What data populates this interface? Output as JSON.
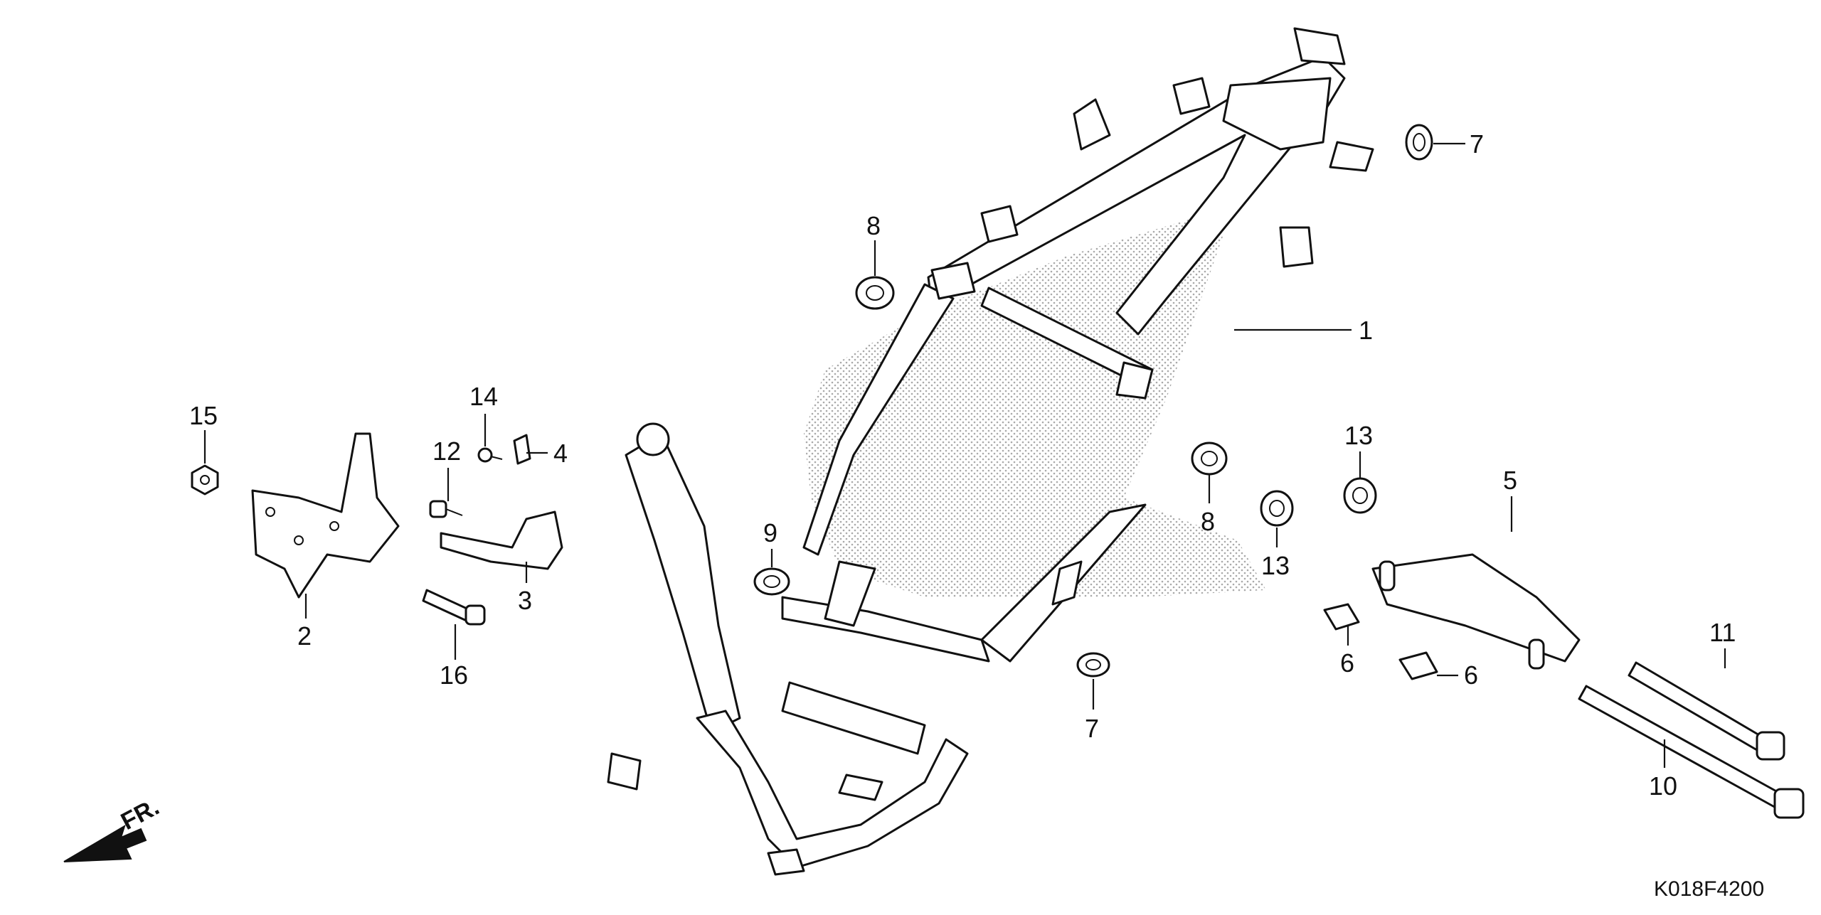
{
  "diagram_code": "K018F4200",
  "front_label": "FR.",
  "callouts": {
    "c1": "1",
    "c2": "2",
    "c3": "3",
    "c4": "4",
    "c5": "5",
    "c6a": "6",
    "c6b": "6",
    "c7a": "7",
    "c7b": "7",
    "c8a": "8",
    "c8b": "8",
    "c9": "9",
    "c10": "10",
    "c11": "11",
    "c12": "12",
    "c13a": "13",
    "c13b": "13",
    "c14": "14",
    "c15": "15",
    "c16": "16"
  },
  "colors": {
    "line": "#111111",
    "background": "#ffffff",
    "stipple": "#9a9a9a"
  }
}
